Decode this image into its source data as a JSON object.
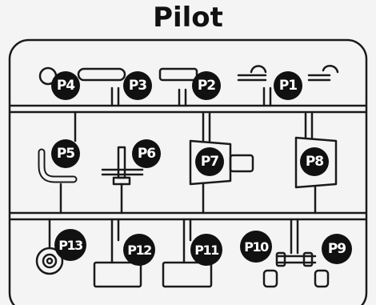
{
  "title": "Pilot",
  "parts": [
    {
      "id": "p4",
      "label": "P4"
    },
    {
      "id": "p3",
      "label": "P3"
    },
    {
      "id": "p2",
      "label": "P2"
    },
    {
      "id": "p1",
      "label": "P1"
    },
    {
      "id": "p5",
      "label": "P5"
    },
    {
      "id": "p6",
      "label": "P6"
    },
    {
      "id": "p7",
      "label": "P7"
    },
    {
      "id": "p8",
      "label": "P8"
    },
    {
      "id": "p13",
      "label": "P13"
    },
    {
      "id": "p12",
      "label": "P12"
    },
    {
      "id": "p11",
      "label": "P11"
    },
    {
      "id": "p10",
      "label": "P10"
    },
    {
      "id": "p9",
      "label": "P9"
    }
  ]
}
